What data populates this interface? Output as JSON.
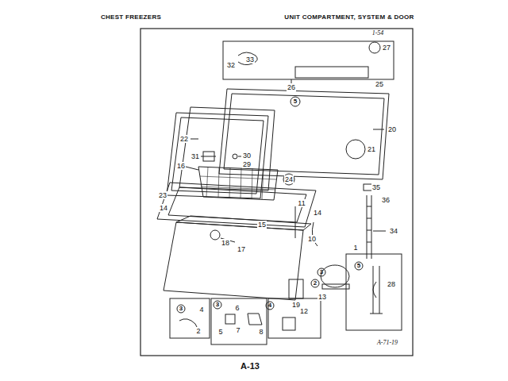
{
  "diagram": {
    "labels": [
      "CHEST FREEZERS",
      "UNIT COMPARTMENT, SYSTEM & DOOR",
      "1-54",
      "27",
      "32",
      "33",
      "26",
      "25",
      "5",
      "20",
      "22",
      "31",
      "30",
      "29",
      "21",
      "16",
      "23",
      "24",
      "35",
      "36",
      "14",
      "15",
      "14",
      "11",
      "34",
      "10",
      "18",
      "17",
      "1",
      "5",
      "13",
      "19",
      "2",
      "3",
      "28",
      "3",
      "4",
      "2",
      "3",
      "6",
      "7",
      "8",
      "5",
      "4",
      "12",
      "A-71-19",
      "A-13"
    ]
  }
}
